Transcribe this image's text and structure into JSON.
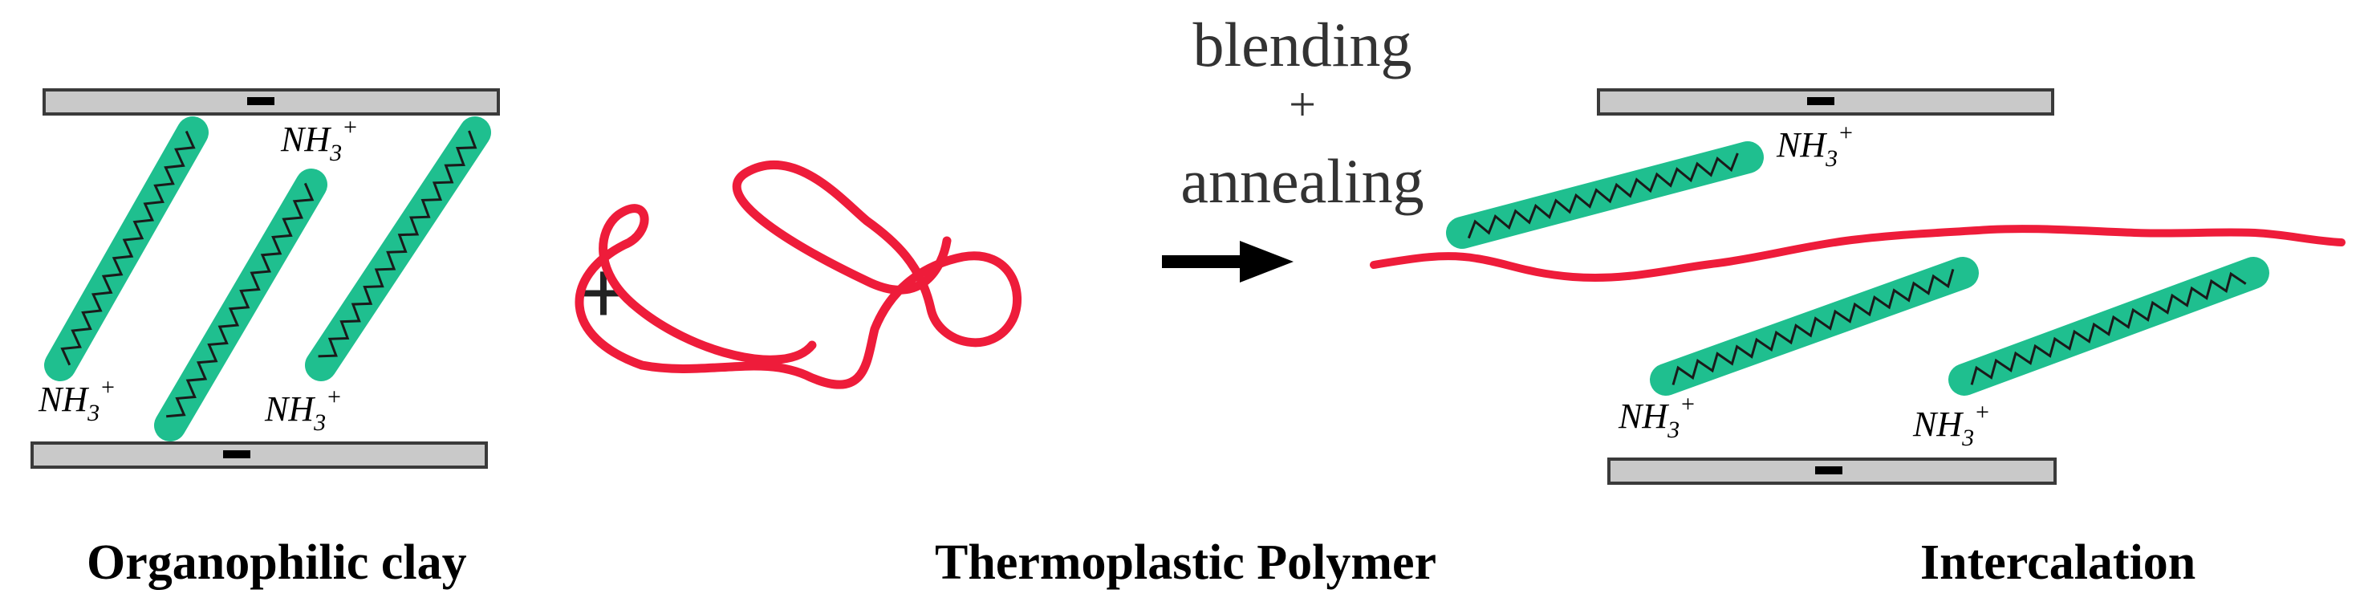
{
  "captions": {
    "organophilic_clay": "Organophilic clay",
    "thermoplastic_polymer": "Thermoplastic Polymer",
    "intercalation": "Intercalation"
  },
  "operators": {
    "plus": "+",
    "process_line1": "blending",
    "process_line2": "+",
    "process_line3": "annealing"
  },
  "ion": {
    "base": "NH",
    "subscript": "3",
    "superscript": "+"
  },
  "colors": {
    "clay_sheet_fill": "#c9c9c9",
    "clay_sheet_stroke": "#3a3a3a",
    "surfactant_green": "#1fbf8f",
    "polymer_red": "#ee1c3a",
    "arrow_black": "#000000"
  }
}
